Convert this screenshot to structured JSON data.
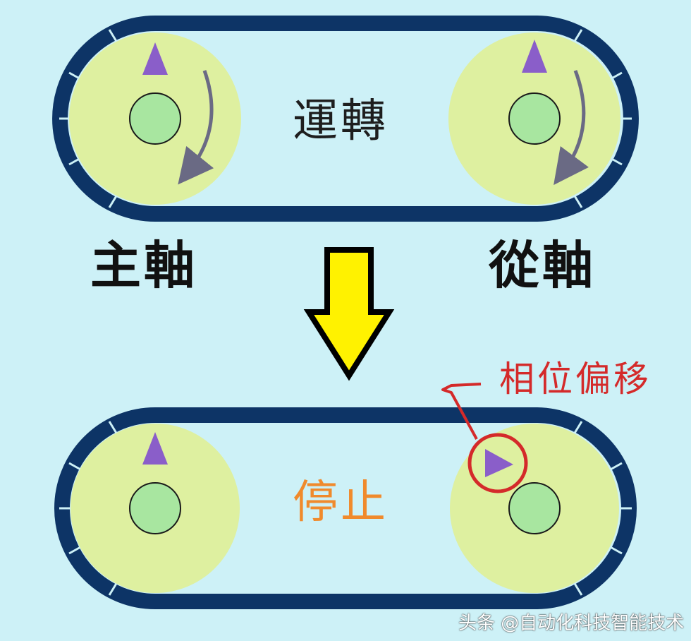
{
  "labels": {
    "running": "運轉",
    "stopped": "停止",
    "main_shaft": "主軸",
    "driven_shaft": "從軸",
    "phase_offset": "相位偏移"
  },
  "watermark": {
    "text": "头条 @自动化科技智能技术"
  },
  "colors": {
    "background": "#cdf1f7",
    "belt": "#0d3466",
    "pulley_outer": "#def0a0",
    "pulley_hub": "#a8e6a0",
    "marker": "#8a5ec9",
    "rotation_arrow": "#6a6a84",
    "down_arrow_fill": "#fff200",
    "stopped_text": "#f08a2c",
    "phase_highlight": "#d42a2a"
  },
  "icons": {
    "marker": "triangle-marker-icon",
    "rotation": "curved-arrow-icon",
    "transition": "down-arrow-icon"
  }
}
